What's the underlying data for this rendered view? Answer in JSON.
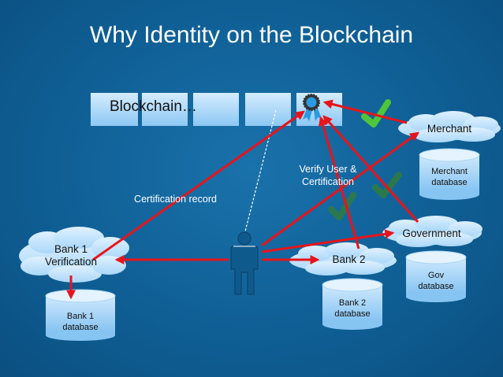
{
  "title": "Why Identity on the Blockchain",
  "blockchain": {
    "label": "Blockchain…",
    "block_count": 5,
    "certificate_icon": "award-ribbon-icon"
  },
  "labels": {
    "certification_record": "Certification record",
    "verify_line1": "Verify User &",
    "verify_line2": "Certification"
  },
  "nodes": {
    "merchant": "Merchant",
    "government": "Government",
    "bank2": "Bank 2",
    "bank1_line1": "Bank 1",
    "bank1_line2": "Verification"
  },
  "databases": {
    "merchant_line1": "Merchant",
    "merchant_line2": "database",
    "gov_line1": "Gov",
    "gov_line2": "database",
    "bank2_line1": "Bank 2",
    "bank2_line2": "database",
    "bank1_line1": "Bank 1",
    "bank1_line2": "database"
  },
  "user_icon": "person-icon",
  "checkmark_icon": "checkmark-icon",
  "colors": {
    "arrow": "#e8141b",
    "check_bright": "#4fc63a",
    "check_dark": "#2f7a45"
  }
}
